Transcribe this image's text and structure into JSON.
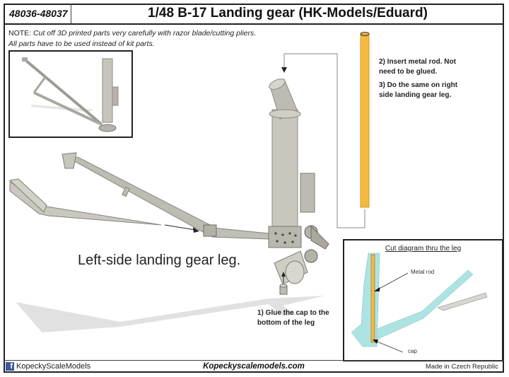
{
  "header": {
    "part_number": "48036-48037",
    "title": "1/48 B-17 Landing gear (HK-Models/Eduard)"
  },
  "note": {
    "prefix": "NOTE: ",
    "line1": "Cut off 3D printed parts very carefully with razor blade/cutting pliers.",
    "line2": "All parts have to be used instead of kit parts."
  },
  "instructions": {
    "step1_line1": "1) Glue the cap to the",
    "step1_line2": "bottom of the leg",
    "step2_line1": "2) Insert metal rod. Not",
    "step2_line2": "need to be glued.",
    "step3_line1": "3) Do the same on right",
    "step3_line2": "side landing gear leg."
  },
  "caption": "Left-side landing gear leg.",
  "cut_diagram": {
    "title": "Cut diagram thru the leg",
    "label_rod": "Metal rod",
    "label_cap": "cap"
  },
  "footer": {
    "facebook_icon": "facebook-icon",
    "facebook_name": "KopeckyScaleModels",
    "website": "Kopeckyscalemodels.com",
    "origin": "Made in Czech Republic"
  },
  "colors": {
    "rod": "#f5b942",
    "metal": "#c9c6bd",
    "section": "#aee3e3",
    "facebook": "#3b5998"
  }
}
